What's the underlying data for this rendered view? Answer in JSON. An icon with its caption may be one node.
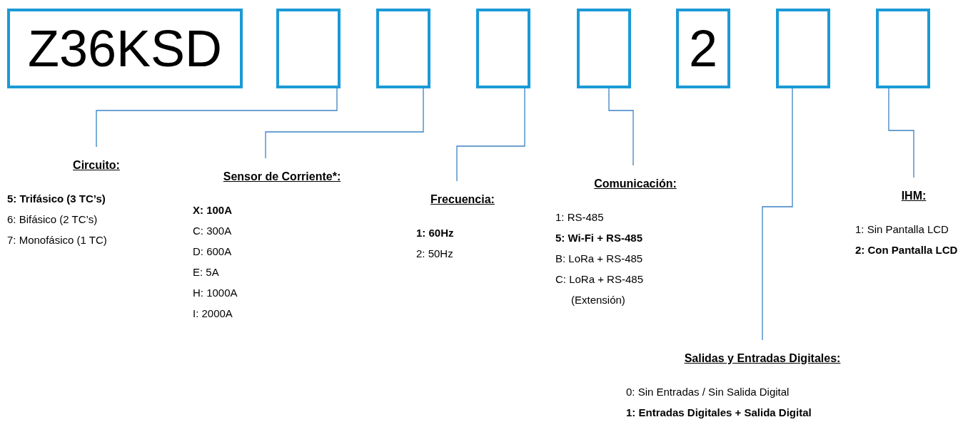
{
  "diagram": {
    "nodes": [
      {
        "text": [
          "Z36KSD"
        ]
      },
      {
        "text": [],
        "shape": "box"
      },
      {
        "text": [],
        "shape": "box"
      },
      {
        "text": [],
        "shape": "box"
      },
      {
        "text": [],
        "shape": "box"
      },
      {
        "text": [
          "2"
        ]
      },
      {
        "text": [],
        "shape": "box"
      },
      {
        "text": [],
        "shape": "box"
      },
      {
        "text": [
          "Circuito:",
          "**5: Trifásico (3 TC’s)**",
          "6: Bifásico (2 TC’s)",
          "7: Monofásico (1 TC)"
        ]
      },
      {
        "text": [
          "Sensor de Corriente*:",
          "**X: 100A**",
          "C: 300A",
          "D: 600A",
          "E: 5A",
          "H: 1000A",
          "I: 2000A"
        ]
      },
      {
        "text": [
          "Frecuencia:",
          "**1: 60Hz**",
          "2: 50Hz"
        ]
      },
      {
        "text": [
          "Comunicación:",
          "1: RS-485",
          "**5: Wi-Fi + RS-485**",
          "B: LoRa + RS-485",
          "C: LoRa + RS-485 (Extensión)"
        ]
      },
      {
        "text": [
          "Salidas y Entradas Digitales:",
          "0: Sin Entradas / Sin Salida Digital",
          "**1: Entradas Digitales + Salida Digital**"
        ]
      },
      {
        "text": [
          "IHM:",
          "1: Sin Pantalla LCD",
          "**2: Con Pantalla LCD**"
        ]
      }
    ],
    "edges": [
      {
        "from": 1,
        "to": 8,
        "arrow": "none"
      },
      {
        "from": 2,
        "to": 9,
        "arrow": "none"
      },
      {
        "from": 3,
        "to": 10,
        "arrow": "none"
      },
      {
        "from": 4,
        "to": 11,
        "arrow": "none"
      },
      {
        "from": 6,
        "to": 12,
        "arrow": "none"
      },
      {
        "from": 7,
        "to": 13,
        "arrow": "none"
      }
    ]
  }
}
